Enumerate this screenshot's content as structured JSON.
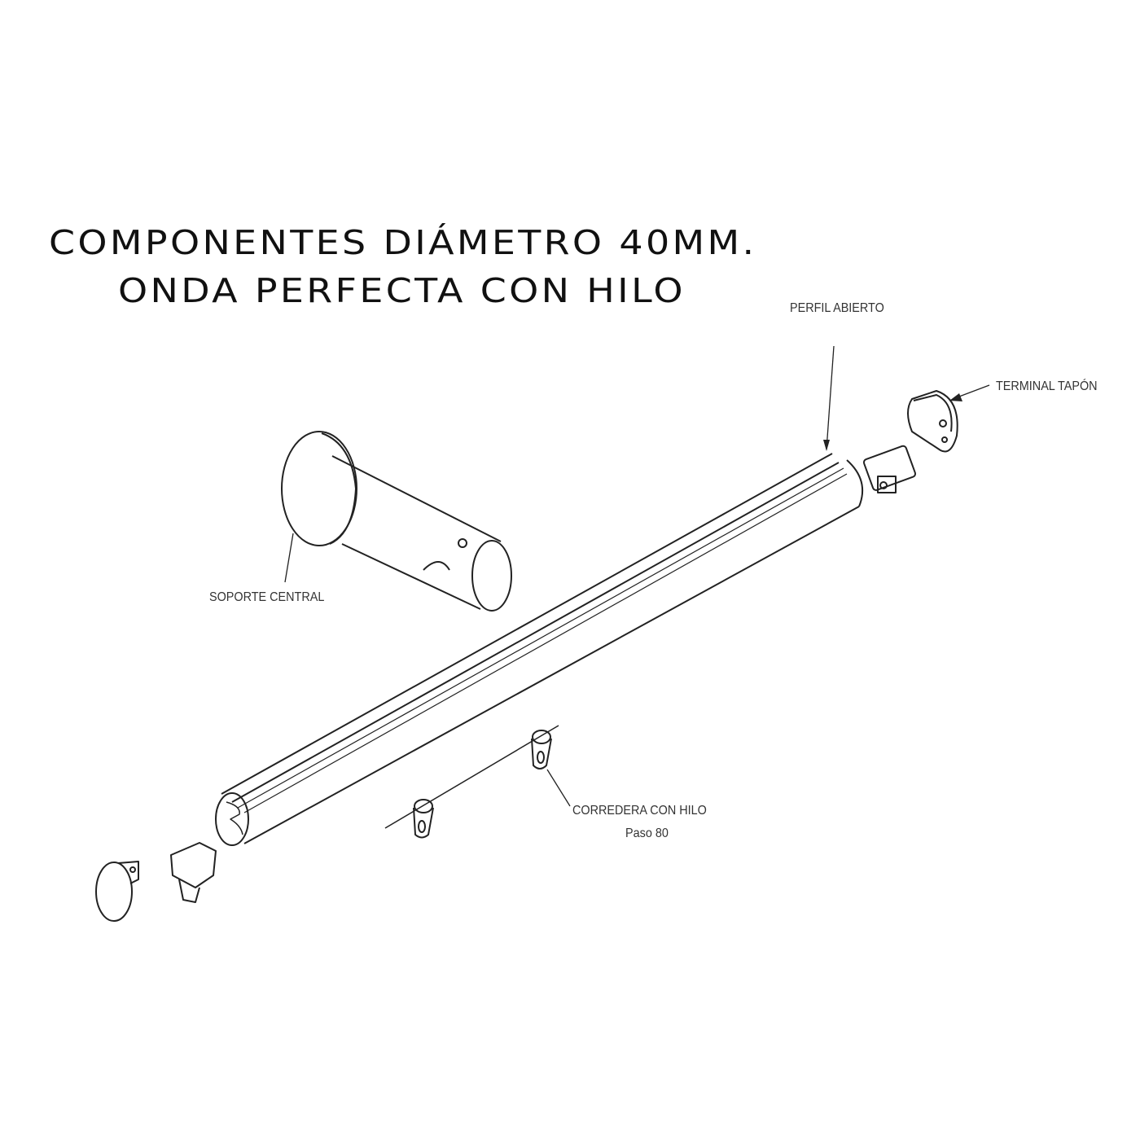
{
  "title": {
    "line1": "COMPONENTES DIÁMETRO 40MM.",
    "line2": "ONDA PERFECTA CON HILO"
  },
  "labels": {
    "perfil": "PERFIL ABIERTO",
    "terminal": "TERMINAL TAPÓN",
    "soporte": "SOPORTE CENTRAL",
    "corredera": "CORREDERA CON HILO",
    "paso": "Paso 80"
  }
}
